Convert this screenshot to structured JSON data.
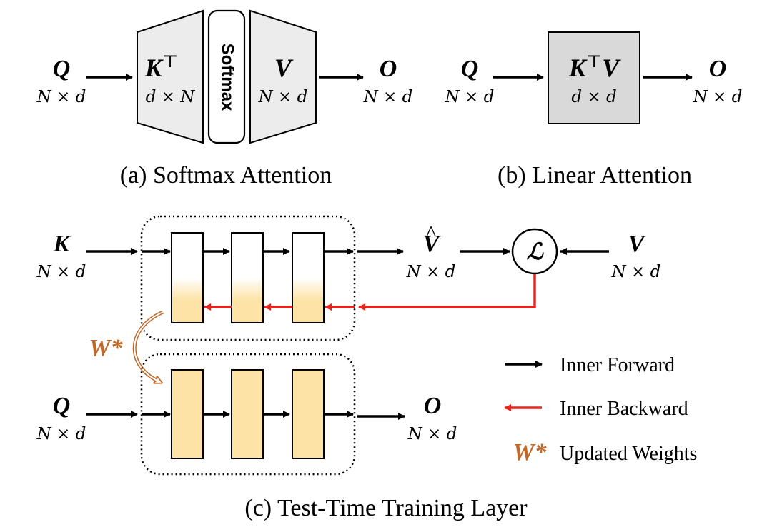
{
  "panel_a": {
    "caption": "(a) Softmax Attention",
    "input_label": "Q",
    "input_dim": "N × d",
    "key_label": "K",
    "key_sup": "⊤",
    "key_dim": "d × N",
    "softmax_label": "Softmax",
    "value_label": "V",
    "value_dim": "N × d",
    "output_label": "O",
    "output_dim": "N × d"
  },
  "panel_b": {
    "caption": "(b) Linear Attention",
    "input_label": "Q",
    "input_dim": "N × d",
    "box_k": "K",
    "box_sup": "⊤",
    "box_v": "V",
    "box_dim": "d × d",
    "output_label": "O",
    "output_dim": "N × d"
  },
  "panel_c": {
    "caption": "(c) Test-Time Training Layer",
    "k_label": "K",
    "k_dim": "N × d",
    "vhat_label": "V",
    "vhat_accent": "^",
    "vhat_dim": "N × d",
    "loss_label": "ℒ",
    "v_label": "V",
    "v_dim": "N × d",
    "q_label": "Q",
    "q_dim": "N × d",
    "o_label": "O",
    "o_dim": "N × d",
    "w_label": "W*"
  },
  "legend": {
    "forward": "Inner Forward",
    "backward": "Inner Backward",
    "weights_symbol": "W*",
    "weights": "Updated Weights"
  },
  "colors": {
    "arrow": "#000000",
    "backward": "#e8231b",
    "weights": "#c0692a",
    "block_fill": "#fde3a6",
    "box_grey": "#d9d9d9",
    "trapezoid_grey": "#ececec"
  }
}
